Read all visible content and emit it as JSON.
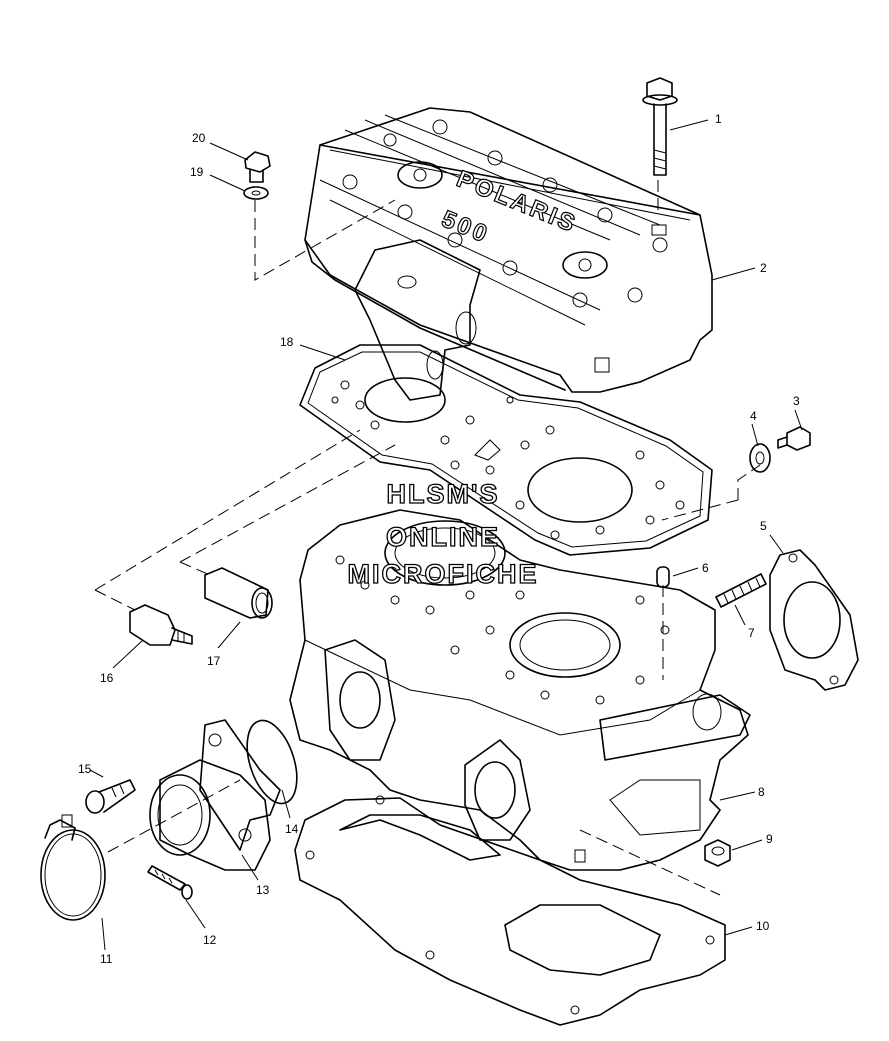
{
  "diagram": {
    "callouts": [
      "1",
      "2",
      "3",
      "4",
      "5",
      "6",
      "7",
      "8",
      "9",
      "10",
      "11",
      "12",
      "13",
      "14",
      "15",
      "16",
      "17",
      "18",
      "19",
      "20"
    ],
    "head_logo": "POLARIS",
    "head_model": "500",
    "watermark": [
      "HLSM'S",
      "ONLINE",
      "MICROFICHE"
    ]
  }
}
